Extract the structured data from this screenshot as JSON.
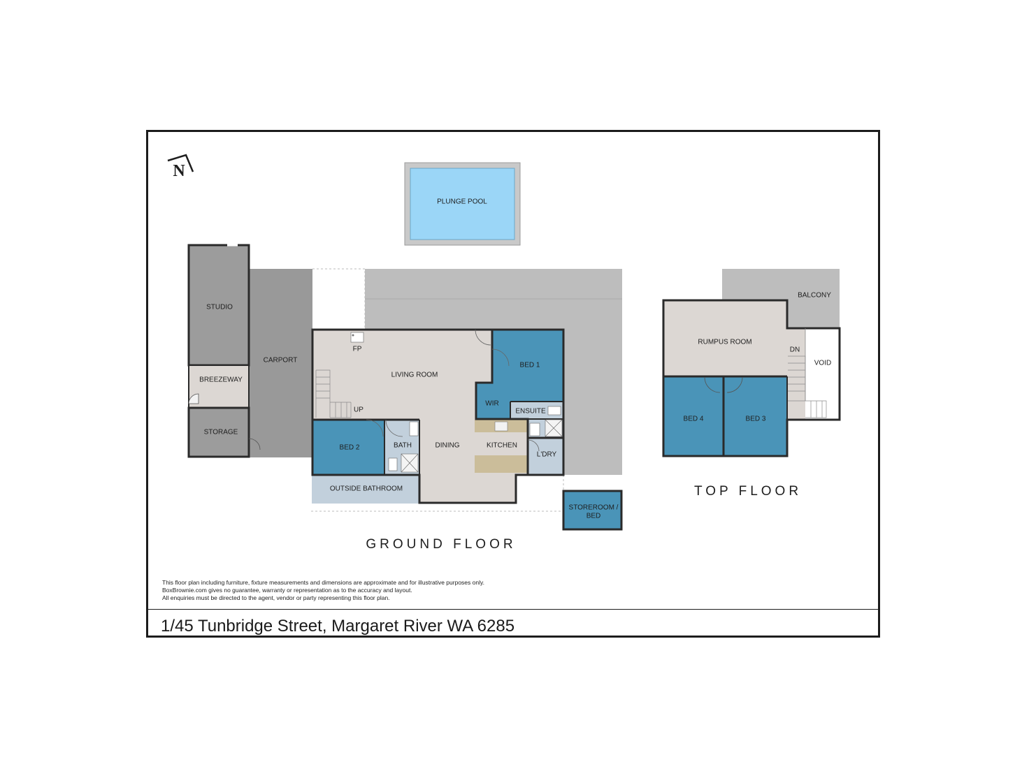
{
  "rooms": {
    "plunge_pool": "PLUNGE POOL",
    "studio": "STUDIO",
    "breezeway": "BREEZEWAY",
    "storage": "STORAGE",
    "carport": "CARPORT",
    "living_room": "LIVING ROOM",
    "fp": "FP",
    "up": "UP",
    "bed1": "BED 1",
    "wir": "WIR",
    "ensuite": "ENSUITE",
    "bed2": "BED 2",
    "bath": "BATH",
    "dining": "DINING",
    "kitchen": "KITCHEN",
    "laundry": "L'DRY",
    "outside_bathroom": "OUTSIDE BATHROOM",
    "storeroom_line1": "STOREROOM /",
    "storeroom_line2": "BED",
    "rumpus_room": "RUMPUS ROOM",
    "balcony": "BALCONY",
    "dn": "DN",
    "void": "VOID",
    "bed4": "BED 4",
    "bed3": "BED 3"
  },
  "floors": {
    "ground": "GROUND FLOOR",
    "top": "TOP FLOOR"
  },
  "compass": {
    "letter": "N",
    "icon": "north-arrow-icon"
  },
  "disclaimer": [
    "This floor plan including furniture, fixture measurements and dimensions are approximate and for illustrative purposes only.",
    "BoxBrownie.com gives no guarantee, warranty or representation as to the accuracy and layout.",
    "All enquiries must be directed to the agent, vendor or party representing this floor plan."
  ],
  "address": "1/45 Tunbridge Street, Margaret River WA 6285",
  "colors": {
    "deck": "#bdbdbd",
    "carport": "#999999",
    "studio": "#9c9c9c",
    "living": "#dcd7d3",
    "bedroom": "#4a94b8",
    "wet_area": "#c2d0dc",
    "pool": "#9bd6f7",
    "wall": "#2a2a2a"
  }
}
